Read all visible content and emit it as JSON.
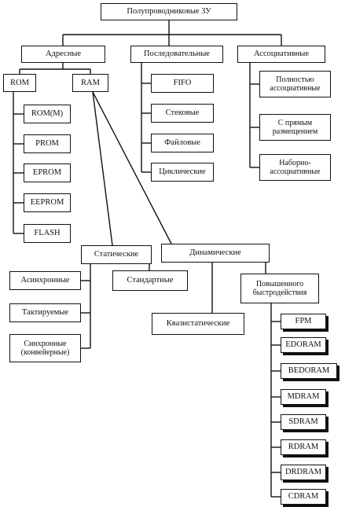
{
  "root": {
    "label": "Полупроводниковые ЗУ"
  },
  "branches": {
    "addressable": {
      "label": "Адресные"
    },
    "sequential": {
      "label": "Последовательные"
    },
    "associative": {
      "label": "Ассоциативные"
    }
  },
  "addressable": {
    "rom": {
      "label": "ROM"
    },
    "ram": {
      "label": "RAM"
    }
  },
  "rom_types": [
    {
      "label": "ROM(M)"
    },
    {
      "label": "PROM"
    },
    {
      "label": "EPROM"
    },
    {
      "label": "EEPROM"
    },
    {
      "label": "FLASH"
    }
  ],
  "sequential_types": [
    {
      "label": "FIFO"
    },
    {
      "label": "Стековые"
    },
    {
      "label": "Файловые"
    },
    {
      "label": "Циклические"
    }
  ],
  "associative_types": [
    {
      "label": "Полностью ассоциативные"
    },
    {
      "label": "С прямым размещением"
    },
    {
      "label": "Наборно-ассоциативные"
    }
  ],
  "ram_types": {
    "static": {
      "label": "Статические"
    },
    "dynamic": {
      "label": "Динамические"
    }
  },
  "static_types": [
    {
      "label": "Асинхронные"
    },
    {
      "label": "Тактируемые"
    },
    {
      "label": "Синхронные (конвейерные)"
    }
  ],
  "dynamic_types": {
    "standard": {
      "label": "Стандартные"
    },
    "quasistatic": {
      "label": "Квазистатические"
    },
    "high_speed": {
      "label": "Повышенного быстродействия"
    }
  },
  "high_speed_types": [
    {
      "label": "FPM"
    },
    {
      "label": "EDORAM"
    },
    {
      "label": "BEDORAM"
    },
    {
      "label": "MDRAM"
    },
    {
      "label": "SDRAM"
    },
    {
      "label": "RDRAM"
    },
    {
      "label": "DRDRAM"
    },
    {
      "label": "CDRAM"
    }
  ]
}
